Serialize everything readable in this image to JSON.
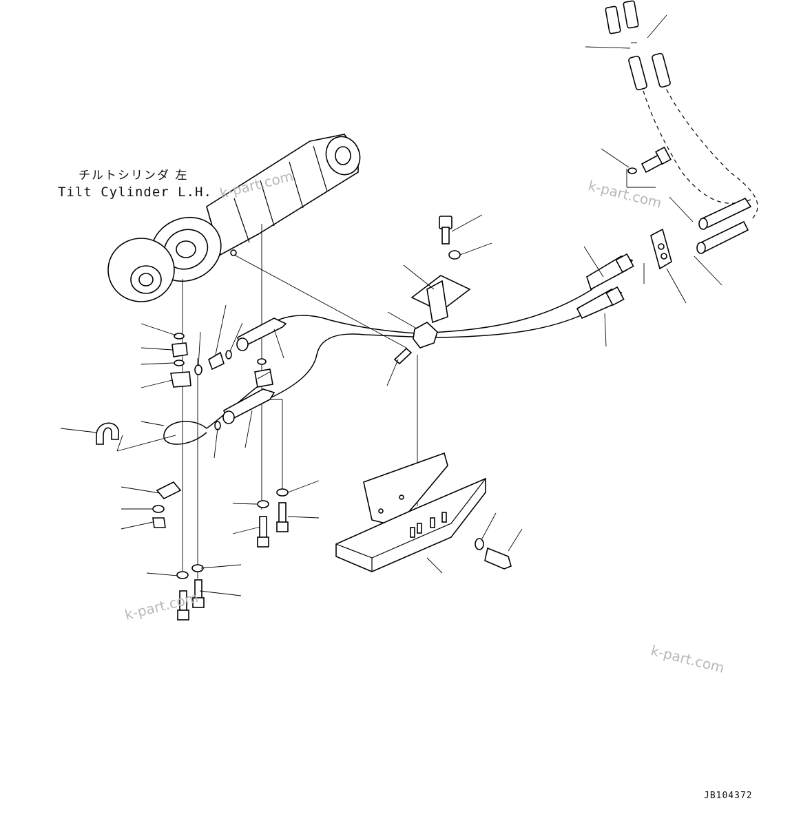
{
  "title_jp": "チルトシリンダ 左",
  "title_en": "Tilt Cylinder L.H.",
  "drawing_code": "JB104372",
  "watermark": "k-part.com"
}
